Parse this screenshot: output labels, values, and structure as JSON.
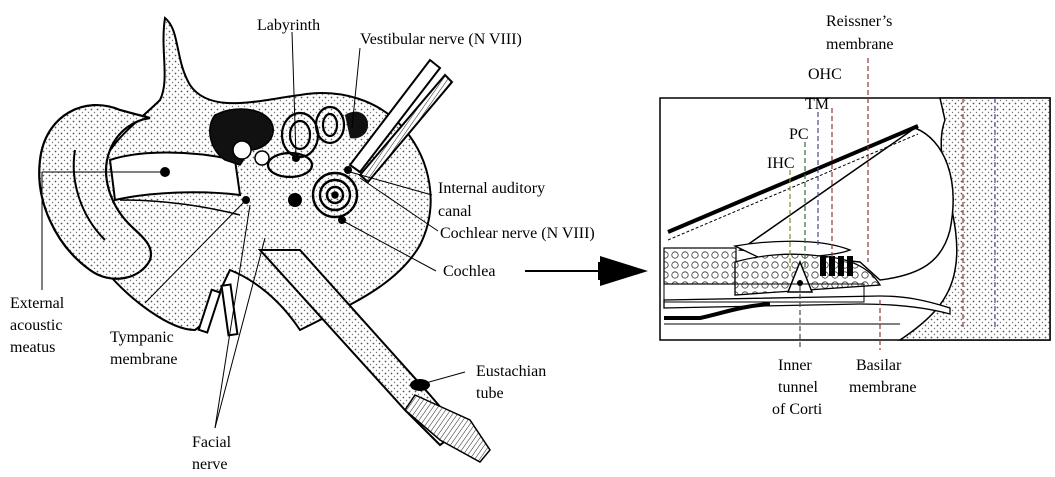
{
  "ear_anatomy": {
    "labels": {
      "labyrinth": "Labyrinth",
      "vestibular_nerve": "Vestibular nerve (N VIII)",
      "internal_auditory_canal_line1": "Internal auditory",
      "internal_auditory_canal_line2": "canal",
      "cochlear_nerve": "Cochlear nerve (N VIII)",
      "cochlea": "Cochlea",
      "external_acoustic_meatus_line1": "External",
      "external_acoustic_meatus_line2": "acoustic",
      "external_acoustic_meatus_line3": "meatus",
      "tympanic_membrane_line1": "Tympanic",
      "tympanic_membrane_line2": "membrane",
      "facial_nerve_line1": "Facial",
      "facial_nerve_line2": "nerve",
      "eustachian_tube_line1": "Eustachian",
      "eustachian_tube_line2": "tube"
    }
  },
  "organ_of_corti": {
    "labels": {
      "reissners_membrane_line1": "Reissner’s",
      "reissners_membrane_line2": "membrane",
      "ohc": "OHC",
      "tm": "TM",
      "pc": "PC",
      "ihc": "IHC",
      "inner_tunnel_line1": "Inner",
      "inner_tunnel_line2": "tunnel",
      "inner_tunnel_line3": "of Corti",
      "basilar_membrane_line1": "Basilar",
      "basilar_membrane_line2": "membrane"
    }
  },
  "colors": {
    "ink": "#000000",
    "stipple_fill": "#f2f2f2",
    "leader_ohc": "#8a3a3a",
    "leader_tm": "#4a4a8a",
    "leader_pc": "#3a6a3a",
    "leader_ihc": "#7a8a3a",
    "leader_cochlea": "#3a7aa0"
  }
}
